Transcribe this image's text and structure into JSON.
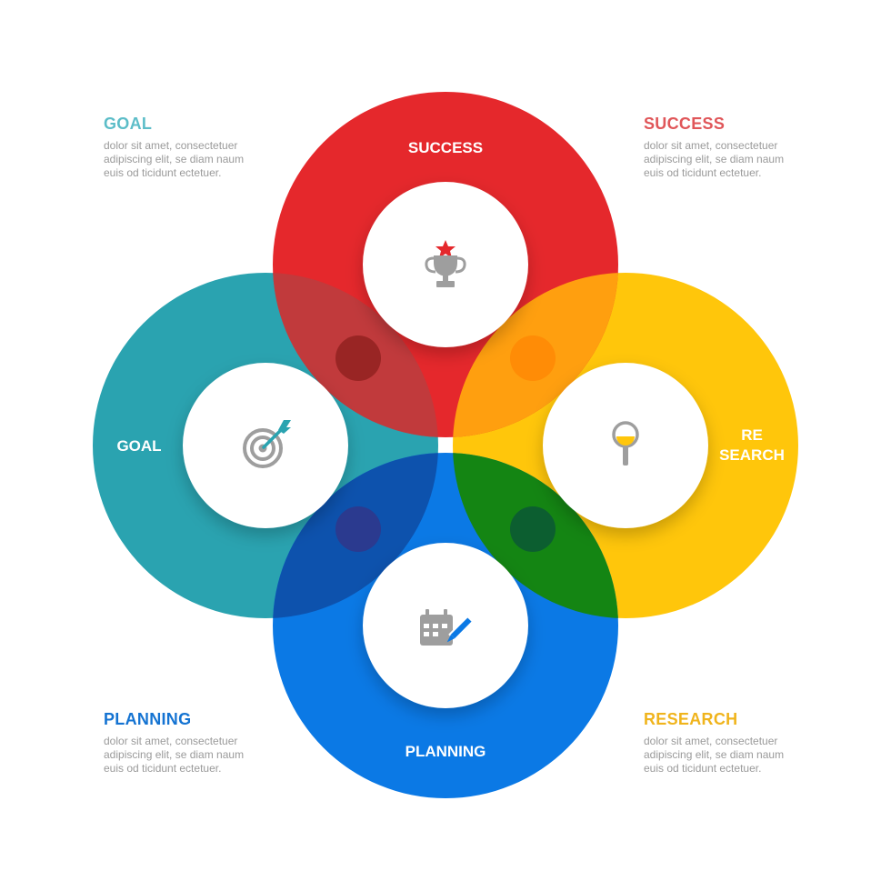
{
  "colors": {
    "success": "#e5282c",
    "goal": "#2aa3b0",
    "research": "#ffc60b",
    "planning": "#0b79e5",
    "icon_gray": "#9e9e9e"
  },
  "rings": {
    "success": {
      "label": "SUCCESS",
      "icon": "trophy-icon"
    },
    "goal": {
      "label": "GOAL",
      "icon": "target-icon"
    },
    "research": {
      "label_line1": "RE",
      "label_line2": "SEARCH",
      "icon": "magnifier-icon"
    },
    "planning": {
      "label": "PLANNING",
      "icon": "calendar-pencil-icon"
    }
  },
  "panels": {
    "goal": {
      "title": "GOAL",
      "text": "dolor sit amet, consectetuer\nadipiscing elit, se diam naum\neuis od ticidunt ectetuer."
    },
    "success": {
      "title": "SUCCESS",
      "text": "dolor sit amet, consectetuer\nadipiscing elit, se diam naum\neuis od ticidunt ectetuer."
    },
    "planning": {
      "title": "PLANNING",
      "text": "dolor sit amet, consectetuer\nadipiscing elit, se diam naum\neuis od ticidunt ectetuer."
    },
    "research": {
      "title": "RESEARCH",
      "text": "dolor sit amet, consectetuer\nadipiscing elit, se diam naum\neuis od ticidunt ectetuer."
    }
  }
}
